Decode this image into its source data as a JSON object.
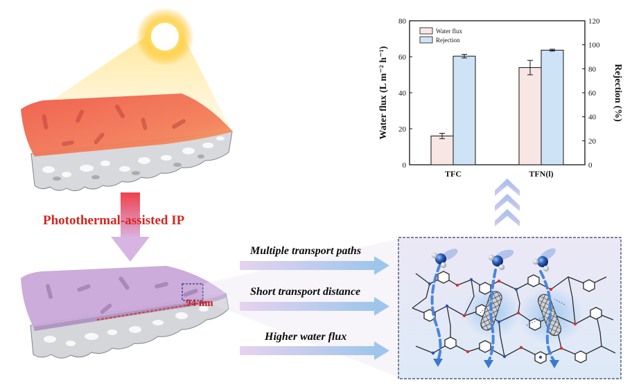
{
  "process_label": "Photothermal-assisted IP",
  "thickness_label": "94 nm",
  "benefits": [
    {
      "text": "Multiple transport paths"
    },
    {
      "text": "Short transport distance"
    },
    {
      "text": "Higher water flux"
    }
  ],
  "colors": {
    "accent_red": "#d7261f",
    "water_flux_bar": "#f7e6e4",
    "rejection_bar": "#cfe3f6",
    "membrane_purple": "#c9a8d8",
    "heated_membrane": "#f06a4f"
  },
  "chart_data": {
    "type": "bar",
    "categories": [
      "TFC",
      "TFN(l)"
    ],
    "series": [
      {
        "name": "Water flux",
        "axis": "left",
        "values": [
          16,
          54
        ],
        "errors": [
          1.5,
          4
        ]
      },
      {
        "name": "Rejection",
        "axis": "right",
        "values": [
          90.5,
          95.5
        ],
        "errors": [
          1.5,
          0.8
        ]
      }
    ],
    "ylabel_left": "Water flux (L m⁻² h⁻¹)",
    "ylabel_right": "Rejection (%)",
    "ylim_left": [
      0,
      80
    ],
    "ylim_right": [
      0,
      120
    ],
    "yticks_left": [
      "0",
      "20",
      "40",
      "60",
      "80"
    ],
    "yticks_right": [
      "0",
      "20",
      "40",
      "60",
      "80",
      "100",
      "120"
    ],
    "legend_position": "top-left",
    "grid": false
  }
}
